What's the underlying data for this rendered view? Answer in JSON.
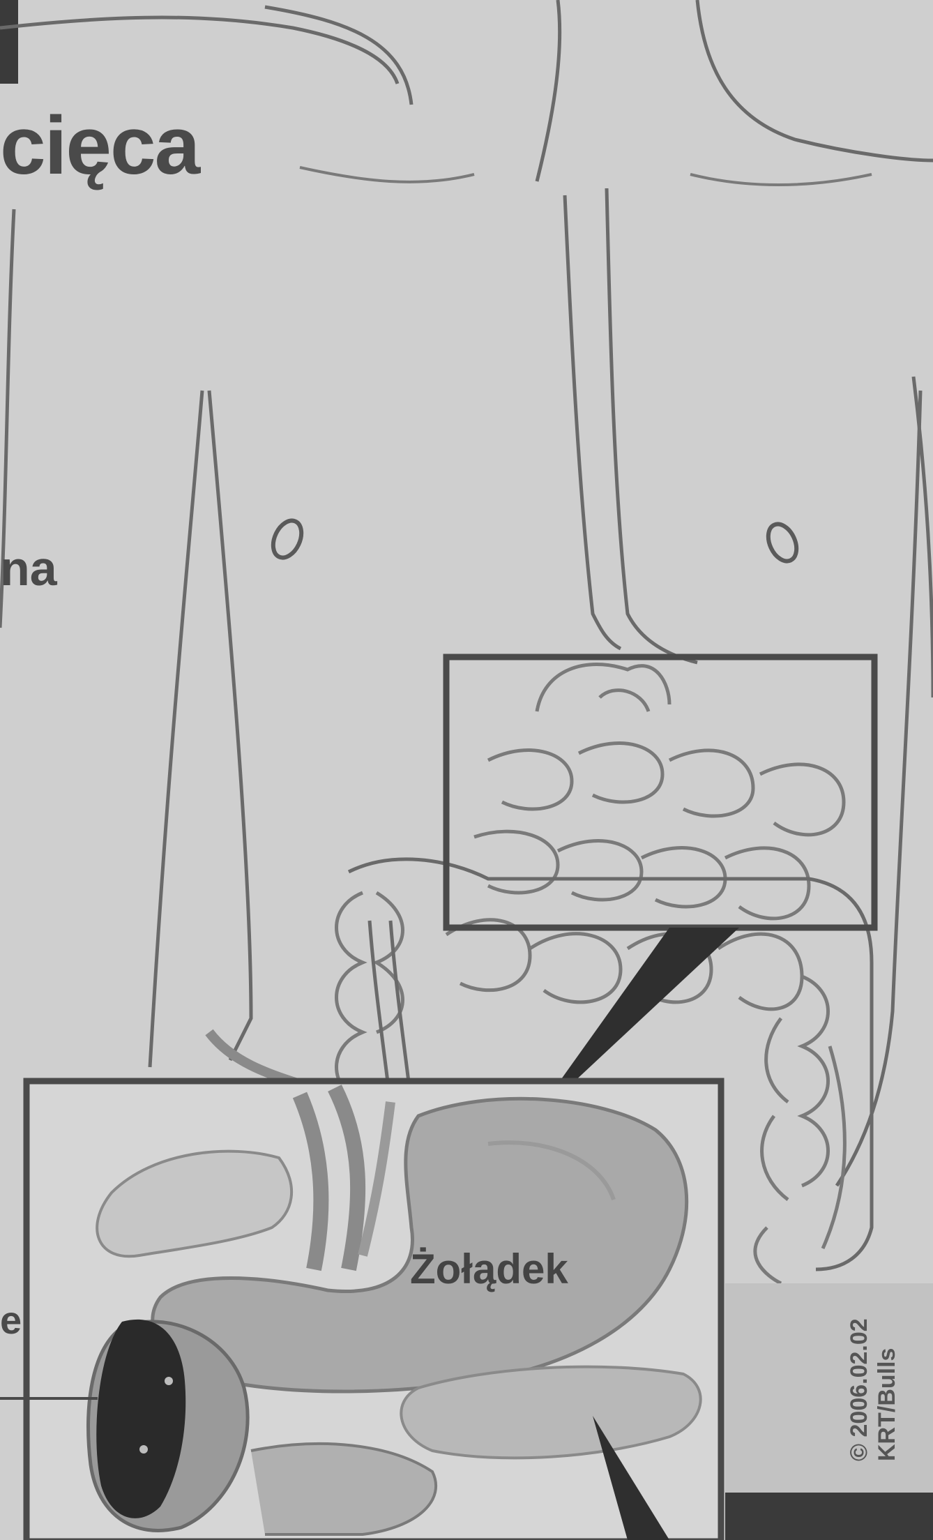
{
  "title": "cięca",
  "side_label": "na",
  "side_label_2": "e",
  "organ_label": "Żołądek",
  "credit": {
    "date": "© 2006.02.02",
    "agency": "KRT/Bulls"
  },
  "colors": {
    "background": "#cfcfcf",
    "line": "#6a6a6a",
    "frame": "#4a4a4a",
    "stomach": "#a9a9a9",
    "dark_region": "#2a2a2a"
  }
}
